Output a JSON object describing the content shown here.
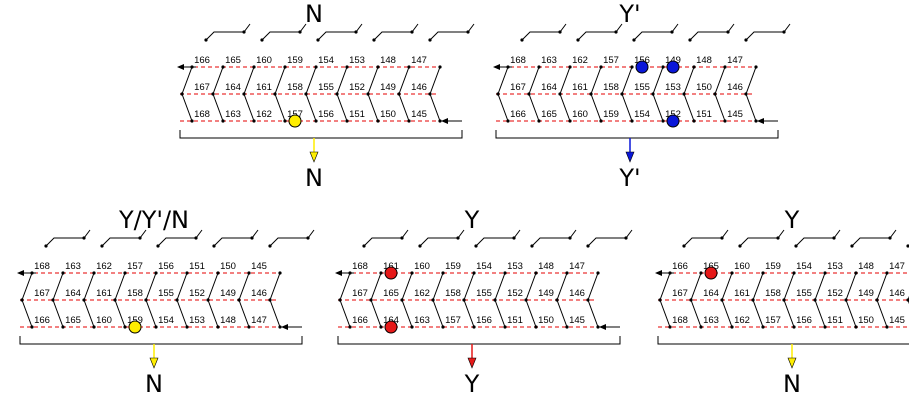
{
  "colors": {
    "yellow": "#ffee00",
    "blue": "#0a17d9",
    "red": "#e61919",
    "dashed": "#e60000",
    "line": "#000000"
  },
  "panels": [
    {
      "id": "p1",
      "title": "N",
      "result": "N",
      "arrow_color": "yellow",
      "rows": [
        [
          "166",
          "165",
          "160",
          "159",
          "154",
          "153",
          "148",
          "147"
        ],
        [
          "167",
          "164",
          "161",
          "158",
          "155",
          "152",
          "149",
          "146"
        ],
        [
          "168",
          "163",
          "162",
          "157",
          "156",
          "151",
          "150",
          "145"
        ]
      ],
      "markers": [
        {
          "label": "157",
          "color": "yellow"
        }
      ]
    },
    {
      "id": "p2",
      "title": "Y'",
      "result": "Y'",
      "arrow_color": "blue",
      "rows": [
        [
          "168",
          "163",
          "162",
          "157",
          "156",
          "149",
          "148",
          "147"
        ],
        [
          "167",
          "164",
          "161",
          "158",
          "155",
          "153",
          "150",
          "146"
        ],
        [
          "166",
          "165",
          "160",
          "159",
          "154",
          "152",
          "151",
          "145"
        ]
      ],
      "markers": [
        {
          "label": "156",
          "color": "blue"
        },
        {
          "label": "149",
          "color": "blue"
        },
        {
          "label": "152",
          "color": "blue"
        }
      ]
    },
    {
      "id": "p3",
      "title": "Y/Y'/N",
      "result": "N",
      "arrow_color": "yellow",
      "rows": [
        [
          "168",
          "163",
          "162",
          "157",
          "156",
          "151",
          "150",
          "145"
        ],
        [
          "167",
          "164",
          "161",
          "158",
          "155",
          "152",
          "149",
          "146"
        ],
        [
          "166",
          "165",
          "160",
          "159",
          "154",
          "153",
          "148",
          "147"
        ]
      ],
      "markers": [
        {
          "label": "159",
          "color": "yellow"
        }
      ]
    },
    {
      "id": "p4",
      "title": "Y",
      "result": "Y",
      "arrow_color": "red",
      "rows": [
        [
          "168",
          "161",
          "160",
          "159",
          "154",
          "153",
          "148",
          "147"
        ],
        [
          "167",
          "165",
          "162",
          "158",
          "155",
          "152",
          "149",
          "146"
        ],
        [
          "166",
          "164",
          "163",
          "157",
          "156",
          "151",
          "150",
          "145"
        ]
      ],
      "markers": [
        {
          "label": "161",
          "color": "red"
        },
        {
          "label": "164",
          "color": "red"
        }
      ]
    },
    {
      "id": "p5",
      "title": "Y",
      "result": "N",
      "arrow_color": "yellow",
      "rows": [
        [
          "166",
          "165",
          "160",
          "159",
          "154",
          "153",
          "148",
          "147"
        ],
        [
          "167",
          "164",
          "161",
          "158",
          "155",
          "152",
          "149",
          "146"
        ],
        [
          "168",
          "163",
          "162",
          "157",
          "156",
          "151",
          "150",
          "145"
        ]
      ],
      "markers": [
        {
          "label": "165",
          "color": "red"
        }
      ]
    }
  ]
}
